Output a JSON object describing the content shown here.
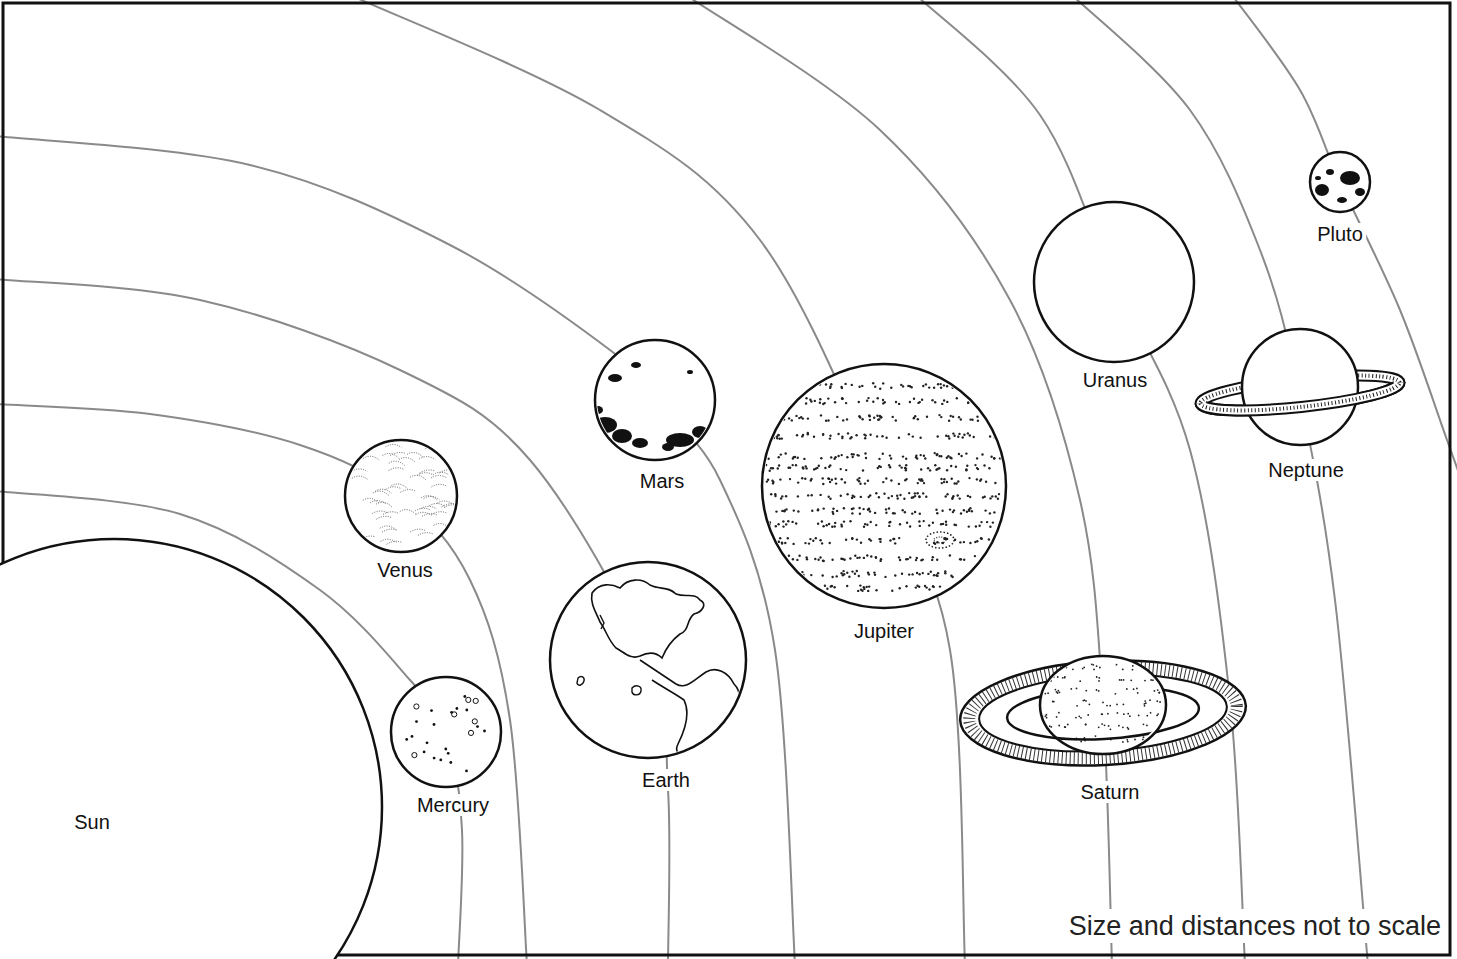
{
  "diagram": {
    "nodes": [
      {
        "text": [
          "Sun"
        ]
      },
      {
        "text": [
          "Mercury"
        ]
      },
      {
        "text": [
          "Venus"
        ]
      },
      {
        "text": [
          "Earth"
        ]
      },
      {
        "text": [
          "Mars"
        ]
      },
      {
        "text": [
          "Jupiter"
        ]
      },
      {
        "text": [
          "Saturn"
        ]
      },
      {
        "text": [
          "Uranus"
        ]
      },
      {
        "text": [
          "Neptune"
        ]
      },
      {
        "text": [
          "Pluto"
        ]
      }
    ],
    "labels": [
      "Size and distances not to scale"
    ]
  }
}
